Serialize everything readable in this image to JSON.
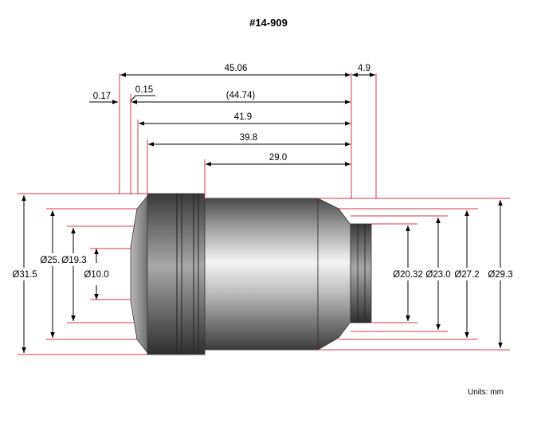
{
  "title": "#14-909",
  "units": "Units: mm",
  "colors": {
    "dimension_line": "#d4374f",
    "arrow": "#000000",
    "body": "#8e8e8e"
  },
  "dimensions": {
    "overall_length": "45.06",
    "front_extension": "4.9",
    "left_offset_a": "0.17",
    "left_offset_b": "0.15",
    "length_paren": "(44.74)",
    "length_b": "41.9",
    "length_c": "39.8",
    "length_d": "29.0",
    "dia_left_1": "Ø31.5",
    "dia_left_2": "Ø25.7",
    "dia_left_3": "Ø19.3",
    "dia_left_4": "Ø10.0",
    "dia_right_1": "Ø20.32",
    "dia_right_2": "Ø23.0",
    "dia_right_3": "Ø27.2",
    "dia_right_4": "Ø29.3"
  }
}
